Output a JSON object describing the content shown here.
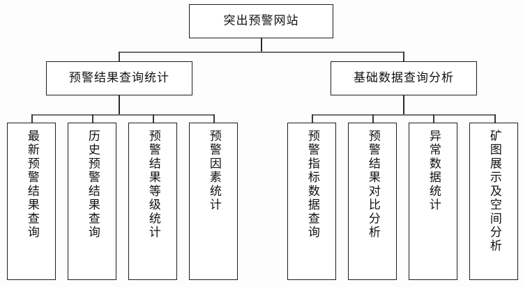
{
  "diagram": {
    "type": "tree",
    "title": "突出预警网站",
    "root": {
      "label": "突出预警网站"
    },
    "branches": [
      {
        "label": "预警结果查询统计",
        "children": [
          {
            "label": "最新预警结果查询"
          },
          {
            "label": "历史预警结果查询"
          },
          {
            "label": "预警结果等级统计"
          },
          {
            "label": "预警因素统计"
          }
        ]
      },
      {
        "label": "基础数据查询分析",
        "children": [
          {
            "label": "预警指标数据查询"
          },
          {
            "label": "预警结果对比分析"
          },
          {
            "label": "异常数据统计"
          },
          {
            "label": "矿图展示及空间分析"
          }
        ]
      }
    ],
    "colors": {
      "background": "#fdfdfd",
      "box_border": "#1c1c1c",
      "text": "#111111",
      "connector": "#3a3a3a",
      "connector_bus": "#6f6f6f"
    }
  }
}
